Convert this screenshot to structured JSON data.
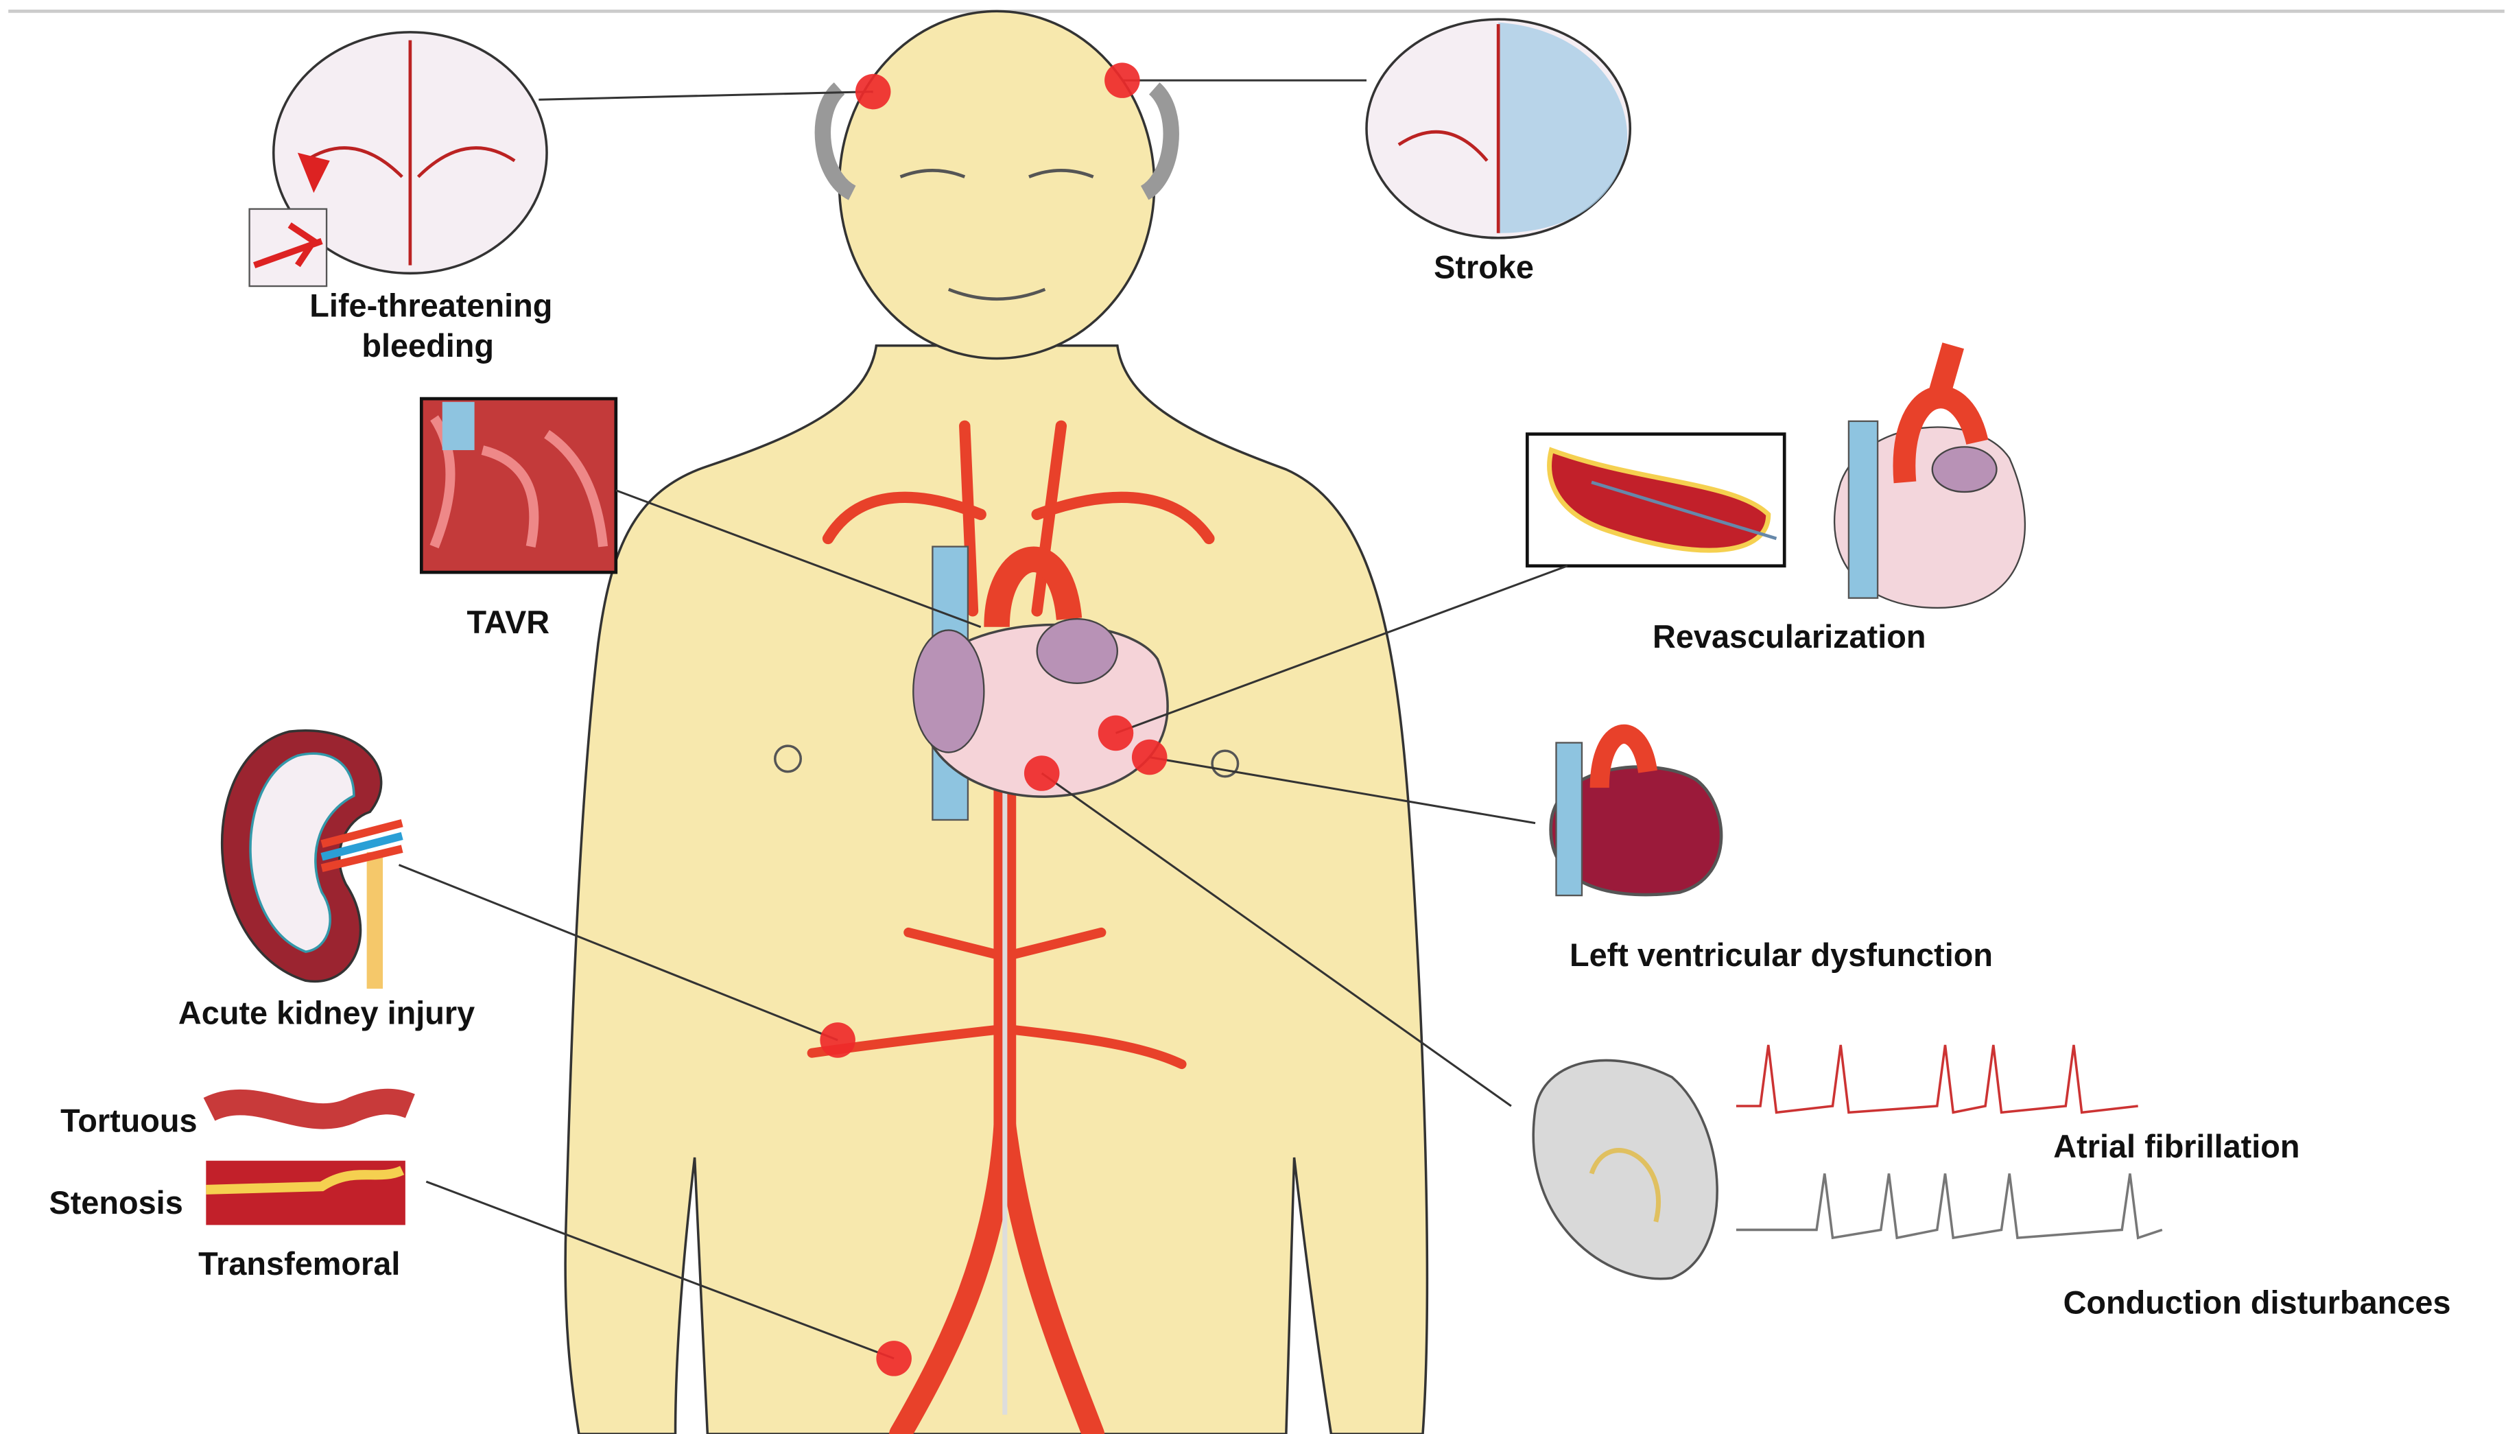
{
  "labels": {
    "bleeding_line1": "Life-threatening",
    "bleeding_line2": "bleeding",
    "stroke": "Stroke",
    "tavr": "TAVR",
    "revascularization": "Revascularization",
    "lv_dysfunction": "Left ventricular dysfunction",
    "kidney": "Acute kidney injury",
    "tortuous": "Tortuous",
    "stenosis": "Stenosis",
    "transfemoral": "Transfemoral",
    "afib": "Atrial fibrillation",
    "conduction": "Conduction disturbances"
  },
  "colors": {
    "skin": "#f7e8ad",
    "artery": "#e8412a",
    "vein": "#8ec4e0",
    "marker": "#ee2a2a"
  }
}
